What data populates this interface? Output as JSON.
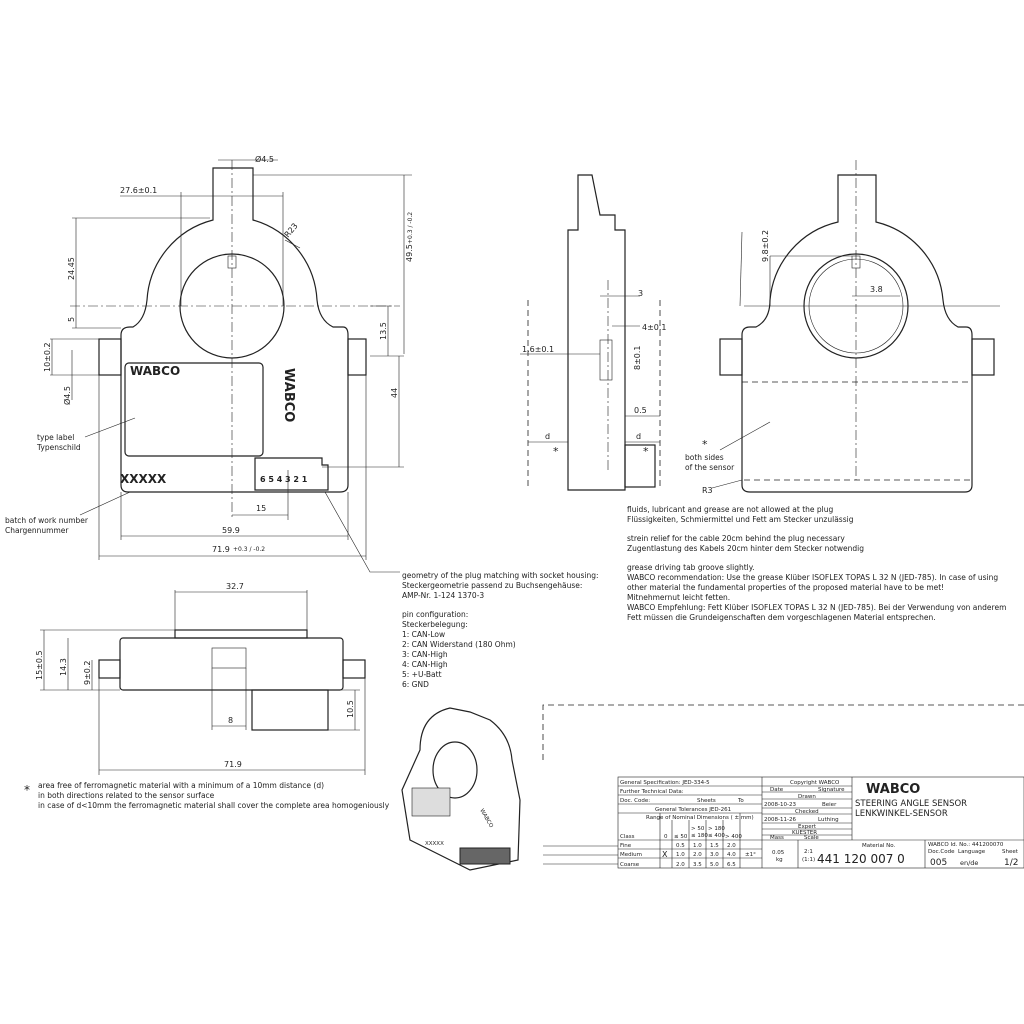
{
  "front_view": {
    "dim_hole": "Ø4.5",
    "dim_width_inner": "27.6±0.1",
    "dim_radius": "R23",
    "dim_height_total": "49.5",
    "dim_height_total_tol": "+0.3 / -0.2",
    "dim_arc_height": "24.45",
    "dim_offset": "5",
    "dim_tab_height": "10±0.2",
    "dim_tab_hole": "Ø4.5",
    "dim_13_5": "13.5",
    "dim_44": "44",
    "dim_15": "15",
    "dim_59_9": "59.9",
    "dim_71_9": "71.9",
    "dim_71_9_tol": "+0.3 / -0.2",
    "label_logo": "WABCO",
    "side_logo": "WABCO",
    "work_number": "XXXXX",
    "pins": "6 5 4 3 2 1",
    "type_label_en": "type label",
    "type_label_de": "Typenschild",
    "batch_en": "batch of work number",
    "batch_de": "Chargennummer"
  },
  "side_view": {
    "dim_3": "3",
    "dim_4": "4±0.1",
    "dim_1_6": "1.6±0.1",
    "dim_8": "8±0.1",
    "dim_0_5": "0.5",
    "dim_d_left": "d",
    "dim_d_right": "d",
    "star": "*"
  },
  "rear_view": {
    "dim_9_8": "9.8±0.2",
    "dim_3_8": "3.8",
    "dim_r3": "R3",
    "star": "*",
    "note_line1": "both sides",
    "note_line2": "of the sensor"
  },
  "bottom_view": {
    "dim_32_7": "32.7",
    "dim_15": "15±0.5",
    "dim_14_3": "14.3",
    "dim_9": "9±0.2",
    "dim_8": "8",
    "dim_10_5": "10.5",
    "dim_71_9": "71.9"
  },
  "plug_notes": [
    "geometry of the plug matching with socket housing:",
    "Steckergeometrie passend zu Buchsengehäuse:",
    "AMP-Nr. 1-124 1370-3",
    "",
    "pin configuration:",
    "Steckerbelegung:",
    "1: CAN-Low",
    "2: CAN Widerstand (180 Ohm)",
    "3: CAN-High",
    "4: CAN-High",
    "5: +U-Batt",
    "6: GND"
  ],
  "general_notes": [
    "fluids, lubricant and grease are not allowed at the plug",
    "Flüssigkeiten, Schmiermittel und Fett am Stecker unzulässig",
    "",
    "strein relief for the cable 20cm behind the plug necessary",
    "Zugentlastung des Kabels 20cm hinter dem Stecker notwendig",
    "",
    "grease driving tab groove slightly.",
    "WABCO recommendation: Use the grease Klüber ISOFLEX TOPAS L 32 N (JED-785). In case of using",
    "other material the fundamental properties of the proposed material have to be met!",
    "Mitnehmernut leicht fetten.",
    "WABCO Empfehlung: Fett Klüber ISOFLEX TOPAS L 32 N (JED-785). Bei der Verwendung von anderem",
    "Fett müssen die Grundeigenschaften dem vorgeschlagenen Material entsprechen."
  ],
  "ferro_note": {
    "star": "*",
    "lines": [
      "area free of ferromagnetic material with a minimum of a 10mm distance (d)",
      "in both directions related to the sensor surface",
      "in case of d<10mm the ferromagnetic material shall cover the complete area homogeniously"
    ]
  },
  "iso_view": {
    "work_number": "XXXXX",
    "logo": "WABCO"
  },
  "title_block": {
    "general_spec": "General Specification:   JED-334-5",
    "further_data": "Further Technical Data:",
    "doc_code": "Doc. Code:",
    "sheets": "Sheets",
    "to": "To",
    "general_tolerances": "General Tolerances JED-261",
    "range_header": "Range of Nominal Dimensions ( ± mm)",
    "class_label": "Class",
    "zero": "0",
    "range_cols": [
      "≤ 50",
      "> 50 ≤ 180",
      "> 180 ≤ 400",
      "> 400"
    ],
    "rows": [
      {
        "name": "Fine",
        "mark": "",
        "values": [
          "0.5",
          "1.0",
          "1.5",
          "2.0"
        ]
      },
      {
        "name": "Medium",
        "mark": "X",
        "values": [
          "1.0",
          "2.0",
          "3.0",
          "4.0"
        ]
      },
      {
        "name": "Coarse",
        "mark": "",
        "values": [
          "2.0",
          "3.5",
          "5.0",
          "6.5"
        ]
      }
    ],
    "angle_tol": "±1°",
    "copyright": "Copyright WABCO",
    "date_label": "Date",
    "signature_label": "Signature",
    "drawn_label": "Drawn",
    "drawn_date": "2008-10-23",
    "drawn_by": "Beier",
    "checked_label": "Checked",
    "checked_date": "2008-11-26",
    "checked_by": "Luthing",
    "expert_label": "Expert",
    "expert": "KUESTER",
    "mass_label": "Mass",
    "mass": "0.05",
    "mass_unit": "kg",
    "scale_label": "Scale",
    "scale": "2:1",
    "scale2": "(1:1)",
    "logo": "WABCO",
    "title_en": "STEERING ANGLE SENSOR",
    "title_de": "LENKWINKEL-SENSOR",
    "material_no_label": "Material No.",
    "material_no": "441 120 007 0",
    "id_label": "WABCO Id. No.: 441200070",
    "doc_code_label": "Doc.Code",
    "language_label": "Language",
    "sheet_label": "Sheet",
    "doc_code_value": "005",
    "language": "en/de",
    "sheet": "1/2"
  }
}
